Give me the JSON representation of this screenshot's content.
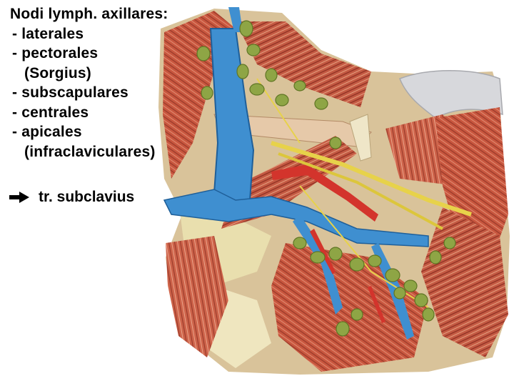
{
  "labels": {
    "title": "Nodi lymph. axillares:",
    "items": [
      "- laterales",
      "- pectorales",
      "(Sorgius)",
      "- subscapulares",
      "- centrales",
      "- apicales",
      "(infraclaviculares)"
    ]
  },
  "legend": {
    "arrow_label": "tr. subclavius"
  },
  "colors": {
    "muscle": "#c9573f",
    "muscle_dark": "#8e2f22",
    "muscle_light": "#e3927a",
    "vein": "#3f8fd0",
    "vein_dark": "#1f5f99",
    "artery": "#d3342c",
    "node": "#8ea545",
    "node_dark": "#5f7524",
    "nerve": "#e7d24a",
    "fat": "#e9dfae",
    "bone": "#d7d8dc"
  }
}
